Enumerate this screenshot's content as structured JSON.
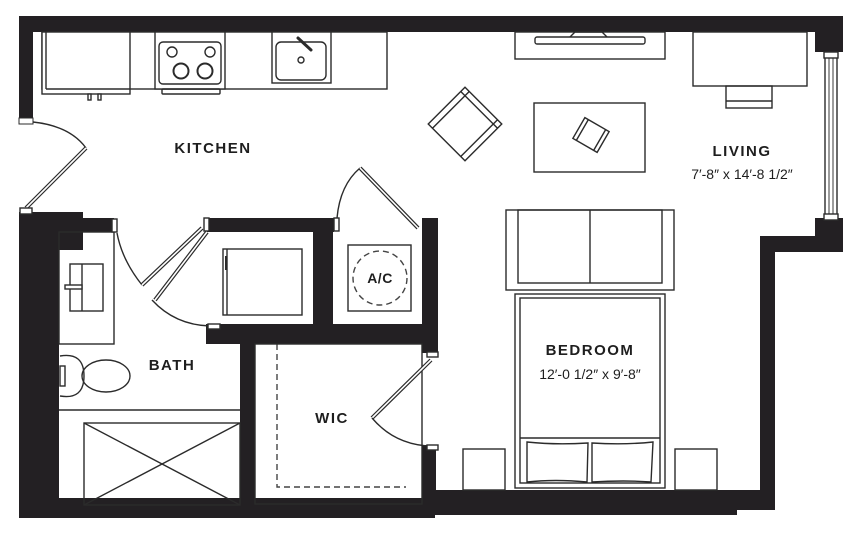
{
  "floorplan": {
    "rooms": [
      {
        "id": "kitchen",
        "label": "KITCHEN",
        "dimensions": null
      },
      {
        "id": "living",
        "label": "LIVING",
        "dimensions": "7′-8″ x 14′-8 1/2″"
      },
      {
        "id": "bedroom",
        "label": "BEDROOM",
        "dimensions": "12′-0 1/2″ x 9′-8″"
      },
      {
        "id": "bath",
        "label": "BATH",
        "dimensions": null
      },
      {
        "id": "wic",
        "label": "WIC",
        "dimensions": null
      }
    ],
    "fixtures": {
      "ac_label": "A/C"
    },
    "colors": {
      "wall": "#232023",
      "line": "#2b2b2b",
      "background": "#ffffff"
    }
  }
}
